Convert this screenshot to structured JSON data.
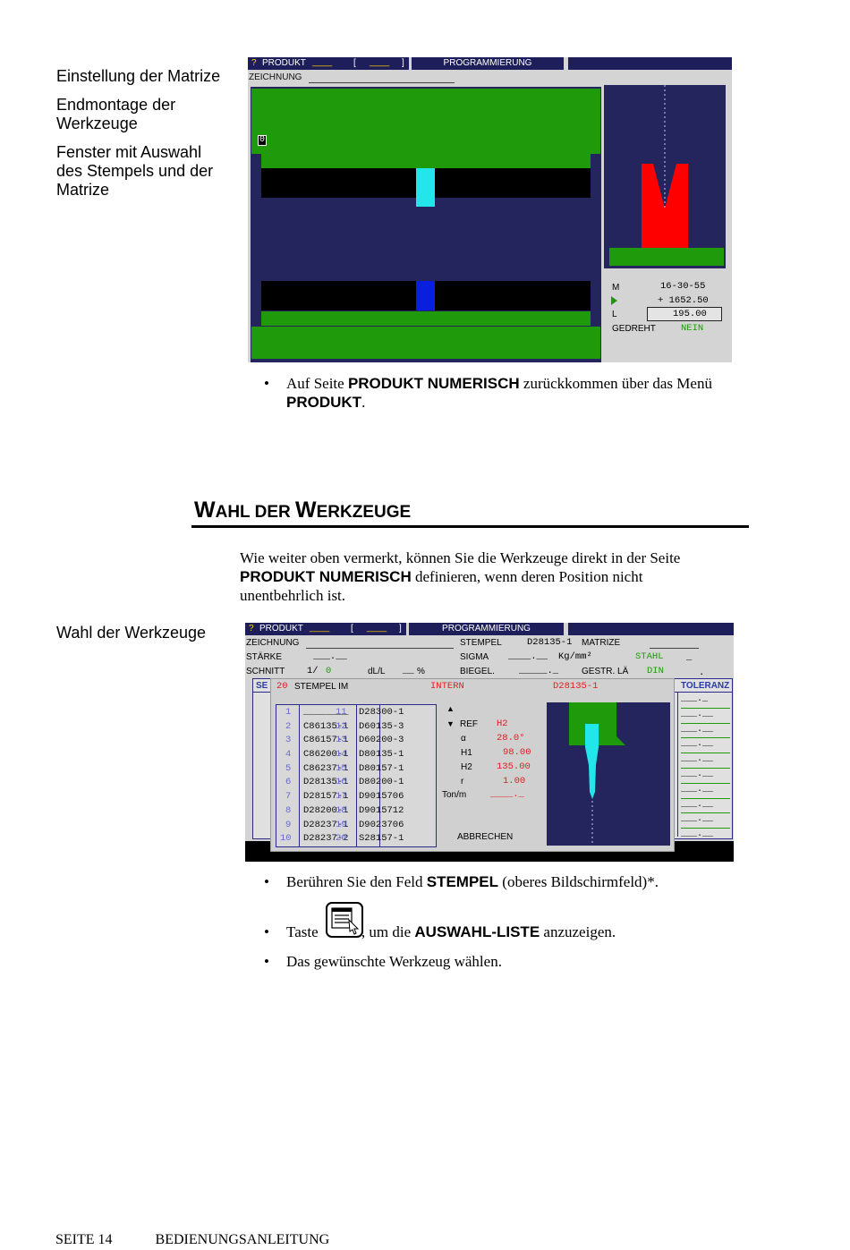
{
  "side_labels": {
    "l1": "Einstellung der Matrize",
    "l2a": "Endmontage der",
    "l2b": "Werkzeuge",
    "l3a": "Fenster mit Auswahl",
    "l3b": "des Stempels und der",
    "l3c": "Matrize",
    "l4": "Wahl der Werkzeuge"
  },
  "screen1": {
    "q": "?",
    "produkt": "PRODUKT",
    "blank1": "____",
    "br": "[",
    "blank2": "____",
    "br2": "]",
    "programmierung": "PROGRAMMIERUNG",
    "zeichnung": "ZEICHNUNG",
    "marker": "0",
    "m_label": "M",
    "m_value": "16-30-55",
    "plus_value": "+ 1652.50",
    "l_label": "L",
    "l_value": "195.00",
    "gedreht_label": "GEDREHT",
    "gedreht_value": "NEIN"
  },
  "bullet1": {
    "pre": "Auf Seite ",
    "b1": "PRODUKT NUMERISCH",
    "mid": " zurückkommen über das Menü",
    "b2": "PRODUKT",
    "end": "."
  },
  "section": {
    "W": "W",
    "ahl": "AHL DER ",
    "W2": "W",
    "erkzeuge": "ERKZEUGE"
  },
  "intro": {
    "l1": "Wie weiter oben vermerkt, können Sie die Werkzeuge direkt in der Seite",
    "b": "PRODUKT NUMERISCH",
    "l2": " definieren, wenn deren Position nicht",
    "l3": "unentbehrlich ist."
  },
  "screen2": {
    "q": "?",
    "produkt": "PRODUKT",
    "blank1": "____",
    "br": "[",
    "blank2": "____",
    "br2": "]",
    "programmierung": "PROGRAMMIERUNG",
    "zeichnung": "ZEICHNUNG",
    "stempel": "STEMPEL",
    "stempel_val": "D28135-1",
    "matrize": "MATRIZE",
    "staerke": "STÄRKE",
    "staerke_val": "___.__",
    "sigma": "SIGMA",
    "sigma_val": "____.__",
    "kgmm": "Kg/mm²",
    "stahl": "STAHL",
    "underscore": "_",
    "schnitt": "SCHNITT",
    "one": "1/",
    "zero": "0",
    "dll": "dL/L",
    "pct_blank": "__",
    "pct": "%",
    "biegel": "BIEGEL.",
    "biegel_val": "_____._",
    "gestr": "GESTR. LÄ",
    "din": "DIN",
    "dot": ".",
    "se": "SE",
    "toleranz": "TOLERANZ",
    "popup_num": "20",
    "popup_title": "STEMPEL IM",
    "popup_intern": "INTERN",
    "popup_sel": "D28135-1",
    "list_left": [
      {
        "n": "1",
        "v": "________"
      },
      {
        "n": "2",
        "v": "C86135-1"
      },
      {
        "n": "3",
        "v": "C86157-1"
      },
      {
        "n": "4",
        "v": "C86200-1"
      },
      {
        "n": "5",
        "v": "C86237-1"
      },
      {
        "n": "6",
        "v": "D28135-1"
      },
      {
        "n": "7",
        "v": "D28157-1"
      },
      {
        "n": "8",
        "v": "D28200-1"
      },
      {
        "n": "9",
        "v": "D28237-1"
      },
      {
        "n": "10",
        "v": "D28237-2"
      }
    ],
    "list_right": [
      {
        "n": "11",
        "v": "D28300-1"
      },
      {
        "n": "12",
        "v": "D60135-3"
      },
      {
        "n": "13",
        "v": "D60200-3"
      },
      {
        "n": "14",
        "v": "D80135-1"
      },
      {
        "n": "15",
        "v": "D80157-1"
      },
      {
        "n": "16",
        "v": "D80200-1"
      },
      {
        "n": "17",
        "v": "D9015706"
      },
      {
        "n": "18",
        "v": "D9015712"
      },
      {
        "n": "19",
        "v": "D9023706"
      },
      {
        "n": "20",
        "v": "S28157-1"
      }
    ],
    "ref": "REF",
    "ref_val": "H2",
    "alpha": "α",
    "alpha_val": "28.0°",
    "h1": "H1",
    "h1_val": "98.00",
    "h2": "H2",
    "h2_val": "135.00",
    "r": "r",
    "r_val": "1.00",
    "tonm": "Ton/m",
    "tonm_val": "____._",
    "abbrechen": "ABBRECHEN",
    "right_col": [
      "___._",
      "___.__",
      "___.__",
      "___.__",
      "___.__",
      "___.__",
      "___.__",
      "___.__",
      "___.__",
      "___.__"
    ]
  },
  "bullets2": {
    "a_pre": "Berühren Sie den Feld ",
    "a_b": "STEMPEL",
    "a_end": " (oberes Bildschirmfeld)*.",
    "b_pre": "Taste ",
    "b_mid": ", um die ",
    "b_b": "AUSWAHL-LISTE",
    "b_end": " anzuzeigen.",
    "c": "Das gewünschte Werkzeug wählen."
  },
  "footer": {
    "page": "SEITE 14",
    "title": "BEDIENUNGSANLEITUNG"
  },
  "colors": {
    "green": "#1f9a0a",
    "navy": "#25255e",
    "red": "#ff0000",
    "cyan": "#22e6ea",
    "blue": "#0a1ee0"
  }
}
